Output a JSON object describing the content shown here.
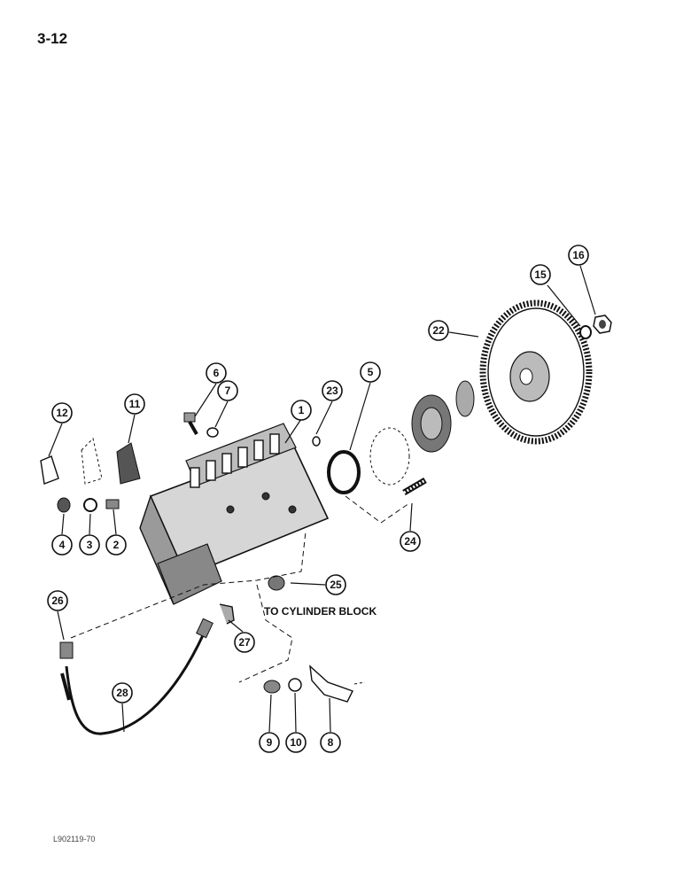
{
  "page": {
    "number": "3-12",
    "figure_code": "L902119-70"
  },
  "note": "TO CYLINDER BLOCK",
  "callouts": {
    "c1": "1",
    "c2": "2",
    "c3": "3",
    "c4": "4",
    "c5": "5",
    "c6": "6",
    "c7": "7",
    "c8": "8",
    "c9": "9",
    "c10": "10",
    "c11": "11",
    "c12": "12",
    "c15": "15",
    "c16": "16",
    "c22": "22",
    "c23": "23",
    "c24": "24",
    "c25": "25",
    "c26": "26",
    "c27": "27",
    "c28": "28"
  },
  "icons": [
    "fuel-injection-pump",
    "drive-gear",
    "hub",
    "o-ring",
    "stud",
    "bracket",
    "fuel-line",
    "elbow-fitting",
    "washer",
    "nut"
  ]
}
